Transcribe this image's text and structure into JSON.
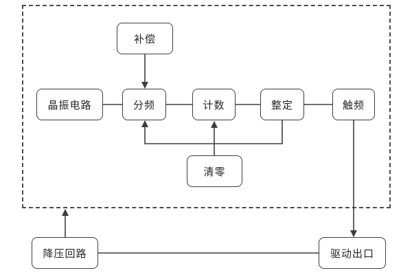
{
  "nodes": {
    "compensation": {
      "label": "补偿"
    },
    "crystal_oscillator_circuit": {
      "label": "晶振电路"
    },
    "frequency_divider": {
      "label": "分频"
    },
    "counter": {
      "label": "计数"
    },
    "setting": {
      "label": "整定"
    },
    "trigger_frequency": {
      "label": "触频"
    },
    "reset": {
      "label": "清零"
    },
    "step_down_circuit": {
      "label": "降压回路"
    },
    "drive_output": {
      "label": "驱动出口"
    }
  },
  "edges": [
    {
      "from": "compensation",
      "to": "frequency_divider",
      "type": "arrow"
    },
    {
      "from": "crystal_oscillator_circuit",
      "to": "frequency_divider",
      "type": "line"
    },
    {
      "from": "frequency_divider",
      "to": "counter",
      "type": "line"
    },
    {
      "from": "counter",
      "to": "setting",
      "type": "line"
    },
    {
      "from": "setting",
      "to": "trigger_frequency",
      "type": "line"
    },
    {
      "from": "setting",
      "to": "frequency_divider",
      "type": "arrow"
    },
    {
      "from": "reset",
      "to": "counter",
      "type": "arrow"
    },
    {
      "from": "trigger_frequency",
      "to": "drive_output",
      "type": "arrow"
    },
    {
      "from": "step_down_circuit",
      "to": "dashed_boundary",
      "type": "arrow"
    },
    {
      "from": "step_down_circuit",
      "to": "drive_output",
      "type": "line"
    }
  ],
  "colors": {
    "background": "#ffffff",
    "line": "#3d3d3d",
    "box_border": "#3d3d3d",
    "dashed_frame": "#4a4a4a",
    "text": "#262626"
  }
}
